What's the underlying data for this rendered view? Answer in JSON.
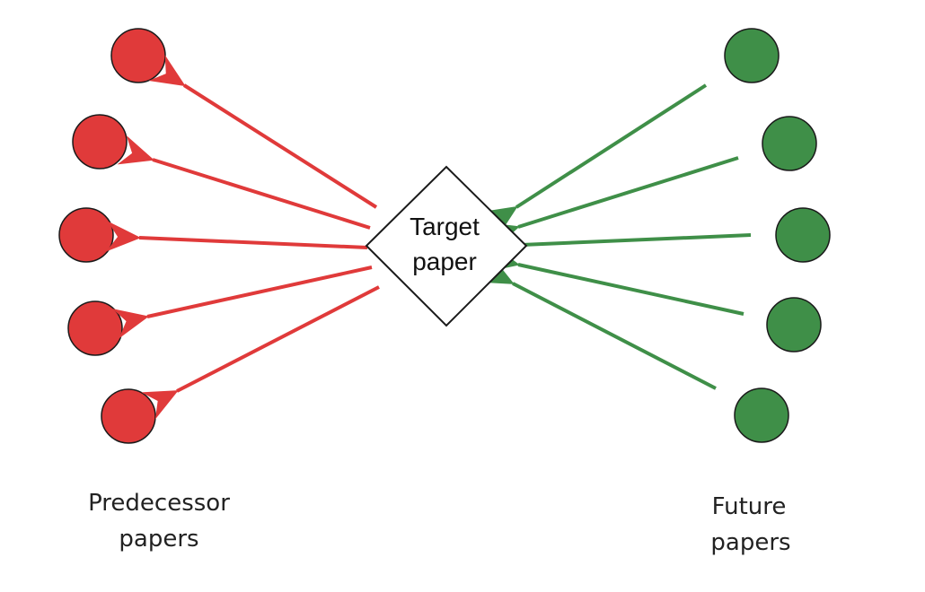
{
  "diagram": {
    "center": {
      "line1": "Target",
      "line2": "paper"
    },
    "left_group": {
      "line1": "Predecessor",
      "line2": "papers",
      "color": "#e03a3a",
      "node_count": 5
    },
    "right_group": {
      "line1": "Future",
      "line2": "papers",
      "color": "#3f8f48",
      "node_count": 5
    }
  }
}
